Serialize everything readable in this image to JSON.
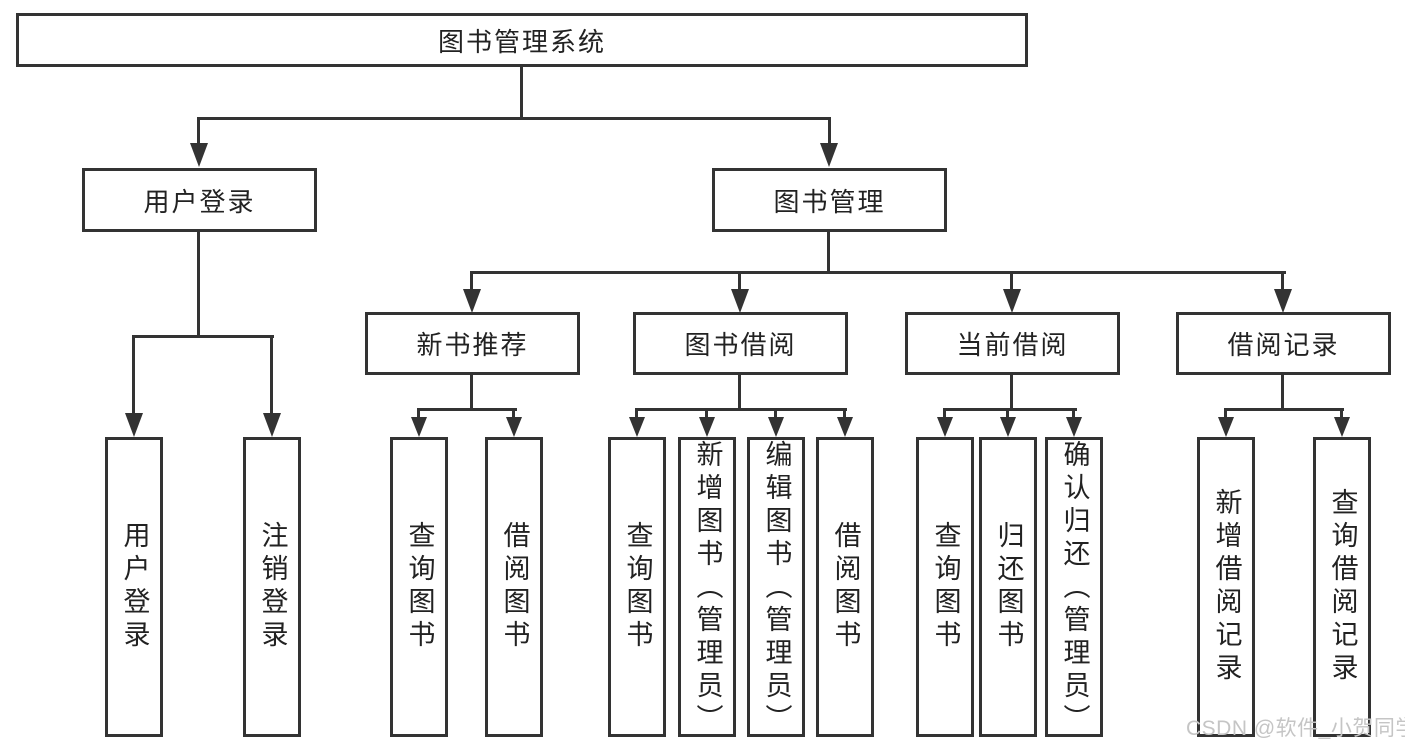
{
  "root": {
    "label": "图书管理系统"
  },
  "level1": [
    {
      "label": "用户登录"
    },
    {
      "label": "图书管理"
    }
  ],
  "level2": [
    {
      "label": "新书推荐"
    },
    {
      "label": "图书借阅"
    },
    {
      "label": "当前借阅"
    },
    {
      "label": "借阅记录"
    }
  ],
  "leaves": {
    "user_login": [
      "用户登录",
      "注销登录"
    ],
    "new_book_recommend": [
      "查询图书",
      "借阅图书"
    ],
    "book_borrowing": [
      "查询图书",
      "新增图书（管理员）",
      "编辑图书（管理员）",
      "借阅图书"
    ],
    "current_borrowing": [
      "查询图书",
      "归还图书",
      "确认归还（管理员）"
    ],
    "borrowing_records": [
      "新增借阅记录",
      "查询借阅记录"
    ]
  },
  "watermark": "CSDN @软件_小贺同学",
  "colors": {
    "line": "#333333",
    "box_fill": "#ffffff",
    "text": "#222222",
    "watermark": "#c5c5c5"
  }
}
